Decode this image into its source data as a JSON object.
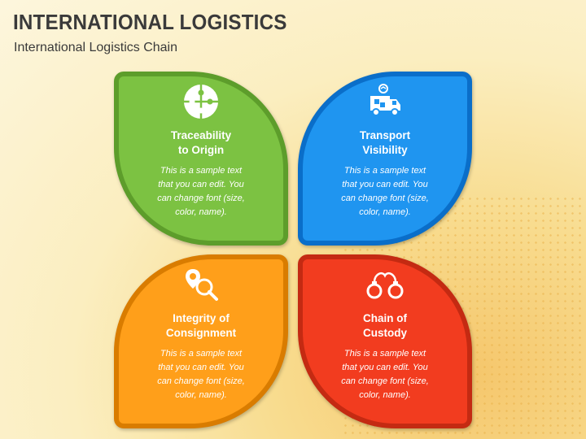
{
  "header": {
    "title": "INTERNATIONAL LOGISTICS",
    "subtitle": "International Logistics Chain"
  },
  "colors": {
    "green": "#7cc242",
    "blue": "#1f95f0",
    "orange": "#ff9f1a",
    "red": "#f23c1f"
  },
  "petals": [
    {
      "icon": "puzzle-icon",
      "heading_line1": "Traceability",
      "heading_line2": "to Origin",
      "text_line1": "This is a sample text",
      "text_line2": "that you can edit. You",
      "text_line3": "can change font (size,",
      "text_line4": "color, name)."
    },
    {
      "icon": "delivery-truck-icon",
      "heading_line1": "Transport",
      "heading_line2": "Visibility",
      "text_line1": "This is a sample text",
      "text_line2": "that you can edit. You",
      "text_line3": "can change font (size,",
      "text_line4": "color, name)."
    },
    {
      "icon": "location-search-icon",
      "heading_line1": "Integrity of",
      "heading_line2": "Consignment",
      "text_line1": "This is a sample text",
      "text_line2": "that you can edit. You",
      "text_line3": "can change font (size,",
      "text_line4": "color, name)."
    },
    {
      "icon": "handcuffs-icon",
      "heading_line1": "Chain of",
      "heading_line2": "Custody",
      "text_line1": "This is a sample text",
      "text_line2": "that you can edit. You",
      "text_line3": "can change font (size,",
      "text_line4": "color, name)."
    }
  ]
}
